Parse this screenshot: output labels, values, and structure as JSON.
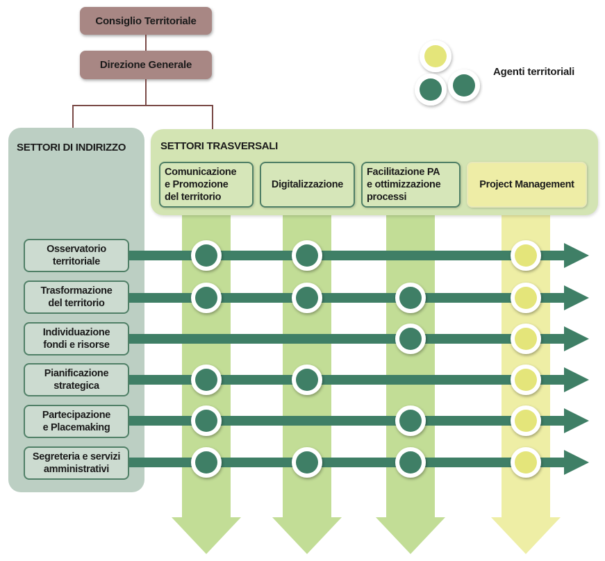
{
  "hierarchy": {
    "top": "Consiglio Territoriale",
    "second": "Direzione Generale"
  },
  "legend": {
    "label": "Agenti territoriali",
    "colors": [
      "#e4e57a",
      "#3f7f66",
      "#3f7f66"
    ]
  },
  "colors": {
    "dark_green": "#3f7f66",
    "light_green_band": "#c2dd96",
    "yellow_band": "#eeeea5",
    "yellow_node": "#e4e57a",
    "brown_box": "#a88784",
    "left_panel": "#bccfc3",
    "right_panel": "#d3e4b3"
  },
  "left_panel": {
    "title": "SETTORI DI INDIRIZZO",
    "rows": [
      {
        "label_line1": "Osservatorio",
        "label_line2": "territoriale",
        "connections": [
          true,
          true,
          false,
          true
        ]
      },
      {
        "label_line1": "Trasformazione",
        "label_line2": "del territorio",
        "connections": [
          true,
          true,
          true,
          true
        ]
      },
      {
        "label_line1": "Individuazione",
        "label_line2": "fondi e risorse",
        "connections": [
          false,
          false,
          true,
          true
        ]
      },
      {
        "label_line1": "Pianificazione",
        "label_line2": "strategica",
        "connections": [
          true,
          true,
          false,
          true
        ]
      },
      {
        "label_line1": "Partecipazione",
        "label_line2": "e Placemaking",
        "connections": [
          true,
          false,
          true,
          true
        ]
      },
      {
        "label_line1": "Segreteria e servizi",
        "label_line2": "amministrativi",
        "connections": [
          true,
          true,
          true,
          true
        ]
      }
    ]
  },
  "right_panel": {
    "title": "SETTORI TRASVERSALI",
    "columns": [
      {
        "line1": "Comunicazione",
        "line2": "e Promozione",
        "line3": "del territorio",
        "kind": "green"
      },
      {
        "line1": "Digitalizzazione",
        "line2": "",
        "line3": "",
        "kind": "green"
      },
      {
        "line1": "Facilitazione PA",
        "line2": "e ottimizzazione",
        "line3": "processi",
        "kind": "green"
      },
      {
        "line1": "Project Management",
        "line2": "",
        "line3": "",
        "kind": "yellow"
      }
    ]
  }
}
